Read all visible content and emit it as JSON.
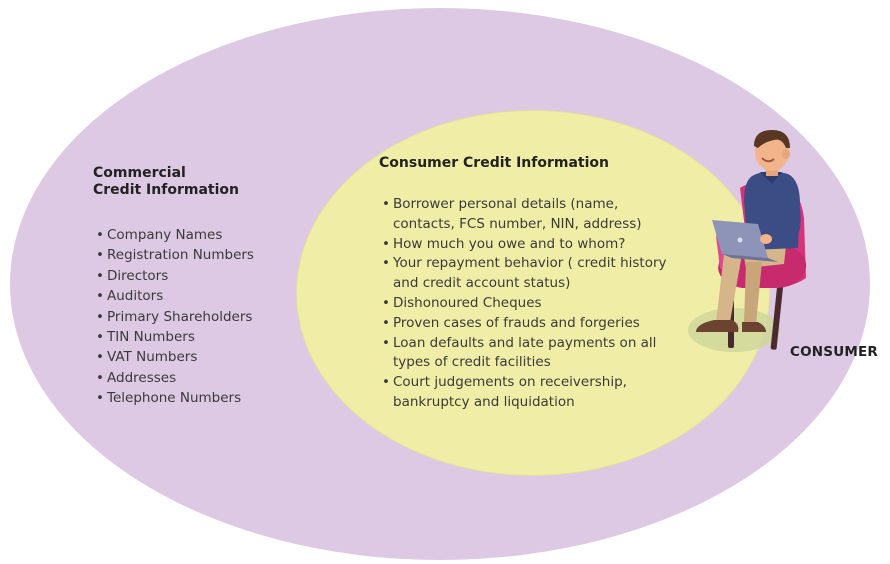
{
  "commercial": {
    "title_line1": "Commercial",
    "title_line2": "Credit Information",
    "items": [
      "Company Names",
      "Registration Numbers",
      "Directors",
      "Auditors",
      "Primary Shareholders",
      "TIN Numbers",
      "VAT Numbers",
      "Addresses",
      "Telephone Numbers"
    ]
  },
  "consumer_info": {
    "title": "Consumer Credit Information",
    "items": [
      "Borrower personal details (name,\ncontacts, FCS number, NIN, address)",
      "How much you owe and to whom?",
      "Your repayment behavior ( credit history\nand credit account status)",
      "Dishonoured Cheques",
      "Proven cases of frauds and forgeries",
      "Loan defaults and late payments on all\ntypes of credit facilities",
      "Court judgements on receivership,\nbankruptcy and liquidation"
    ]
  },
  "consumer_label": "CONSUMER",
  "colors": {
    "outer_circle": "#ddc9e3",
    "inner_circle": "#f0eea6",
    "chair": "#d6337a",
    "shirt": "#3c4d85",
    "pants": "#d7b58a",
    "skin": "#f2b48a",
    "hair": "#5a3722",
    "laptop": "#8e93b8"
  },
  "icons": {
    "person": "person-with-laptop-icon"
  }
}
